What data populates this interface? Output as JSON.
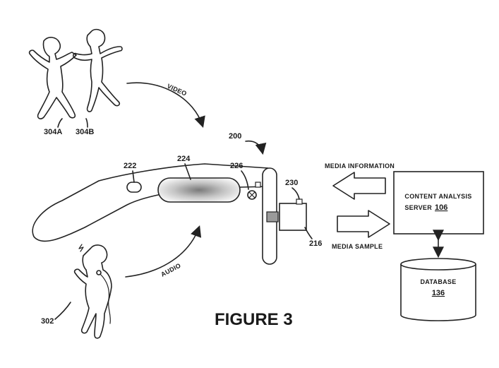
{
  "figure_title": "FIGURE 3",
  "arrows": {
    "video": "Video",
    "audio": "Audio",
    "media_information": "Media Information",
    "media_sample": "Media Sample"
  },
  "refs": {
    "r304a": "304A",
    "r304b": "304B",
    "r200": "200",
    "r222": "222",
    "r224": "224",
    "r226": "226",
    "r230": "230",
    "r216": "216",
    "r302": "302"
  },
  "server": {
    "line1": "Content Analysis",
    "line2": "Server",
    "number": "106"
  },
  "database": {
    "label": "Database",
    "number": "136"
  },
  "colors": {
    "line": "#222222",
    "lens_shade": "#8a8a8a",
    "hinge_fill": "#9a9a9a",
    "background": "#ffffff"
  }
}
